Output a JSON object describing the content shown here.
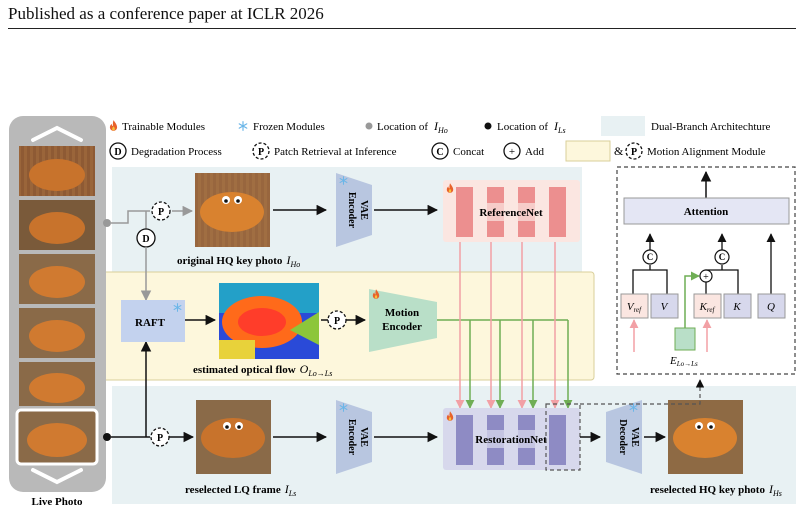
{
  "header": {
    "text": "Published as a conference paper at ICLR 2026"
  },
  "legend": {
    "trainable": "Trainable Modules",
    "frozen": "Frozen Modules",
    "location_ho": "Location of",
    "location_ls": "Location of",
    "dual_branch": "Dual-Branch Architechture",
    "degradation_letter": "D",
    "degradation": "Degradation Process",
    "patch_letter": "P",
    "patch": "Patch Retrieval at Inference",
    "concat_letter": "C",
    "concat": "Concat",
    "add_symbol": "+",
    "add": "Add",
    "amp": "&",
    "motion_alignment": "Motion Alignment Module"
  },
  "labels": {
    "live_photo": "Live Photo",
    "original_hq": "original HQ key photo",
    "original_hq_sym": "I",
    "original_hq_sub": "Ho",
    "optical_flow": "estimated optical flow",
    "optical_flow_sym": "O",
    "optical_flow_sub": "Lo→Ls",
    "reselected_lq": "reselected LQ frame",
    "reselected_lq_sym": "I",
    "reselected_lq_sub": "Ls",
    "reselected_hq": "reselected HQ key photo",
    "reselected_hq_sym": "I",
    "reselected_hq_sub": "Hs",
    "ho_sym": "I",
    "ho_sub": "Ho",
    "ls_sym": "I",
    "ls_sub": "Ls"
  },
  "modules": {
    "vae_encoder": "VAE Encoder",
    "vae_decoder": "VAE Decoder",
    "vae": "VAE",
    "encoder": "Encoder",
    "decoder": "Decoder",
    "referencenet": "ReferenceNet",
    "restorationnet": "RestorationNet",
    "raft": "RAFT",
    "motion": "Motion",
    "motion_encoder": "Encoder",
    "attention": "Attention",
    "v_ref": "V",
    "v_ref_sub": "ref",
    "v": "V",
    "k_ref": "K",
    "k_ref_sub": "ref",
    "k": "K",
    "q": "Q",
    "e_sym": "E",
    "e_sub": "Lo→Ls",
    "c": "C",
    "d": "D",
    "p": "P",
    "plus": "+"
  },
  "colors": {
    "dual_branch_bg": "#e8f1f3",
    "motion_bg": "#fdf7dc",
    "vae": "#b8c6e0",
    "referencenet_bg": "#fbe6e1",
    "referencenet_bar": "#ec8f8f",
    "restoration_bg": "#d7d8ec",
    "restoration_bar": "#8e8bc4",
    "motion_encoder": "#b9dfc8",
    "raft": "#c3d2ee",
    "attention": "#e4e6f4",
    "pink_arrow": "#f2a0a5",
    "green_arrow": "#6fae55",
    "fire": "#e8622b",
    "snow": "#6bb6e8"
  }
}
